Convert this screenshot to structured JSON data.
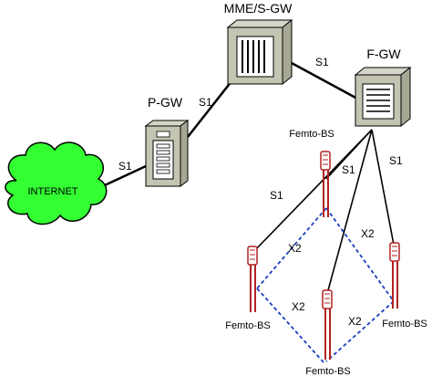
{
  "nodes": {
    "mme": {
      "label": "MME/S-GW"
    },
    "fgw": {
      "label": "F-GW"
    },
    "pgw": {
      "label": "P-GW"
    },
    "internet": {
      "label": "INTERNET",
      "color": "#33ff33"
    }
  },
  "femto": {
    "top": "Femto-BS",
    "left": "Femto-BS",
    "right": "Femto-BS",
    "bottom": "Femto-BS",
    "color": "#b22222"
  },
  "links": {
    "internet_pgw": "S1",
    "pgw_mme": "S1",
    "mme_fgw": "S1",
    "fgw_left": "S1",
    "fgw_mid": "S1",
    "fgw_right": "S1"
  },
  "x2": {
    "top_left": "X2",
    "top_right": "X2",
    "bottom_left": "X2",
    "bottom_right": "X2",
    "color": "#1a3fbf"
  }
}
